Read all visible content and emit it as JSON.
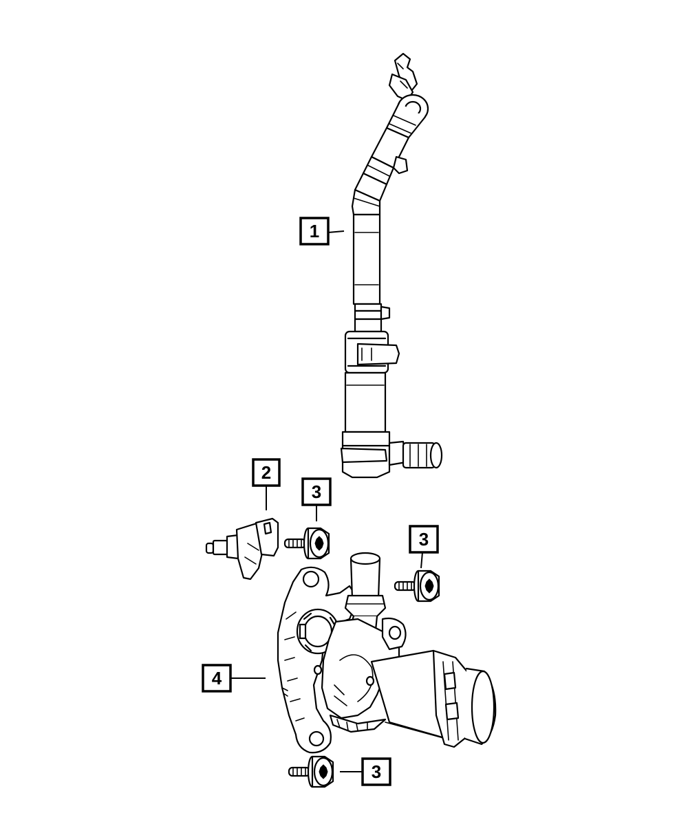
{
  "callouts": {
    "part1": "1",
    "part2": "2",
    "part3_top": "3",
    "part3_right": "3",
    "part3_bottom": "3",
    "part4": "4"
  },
  "icons": {
    "hose": "coolant-hose-icon",
    "sensor": "temperature-sensor-icon",
    "bolt": "flange-bolt-icon",
    "housing": "thermostat-housing-icon"
  },
  "colors": {
    "line": "#000000",
    "background": "#ffffff"
  }
}
